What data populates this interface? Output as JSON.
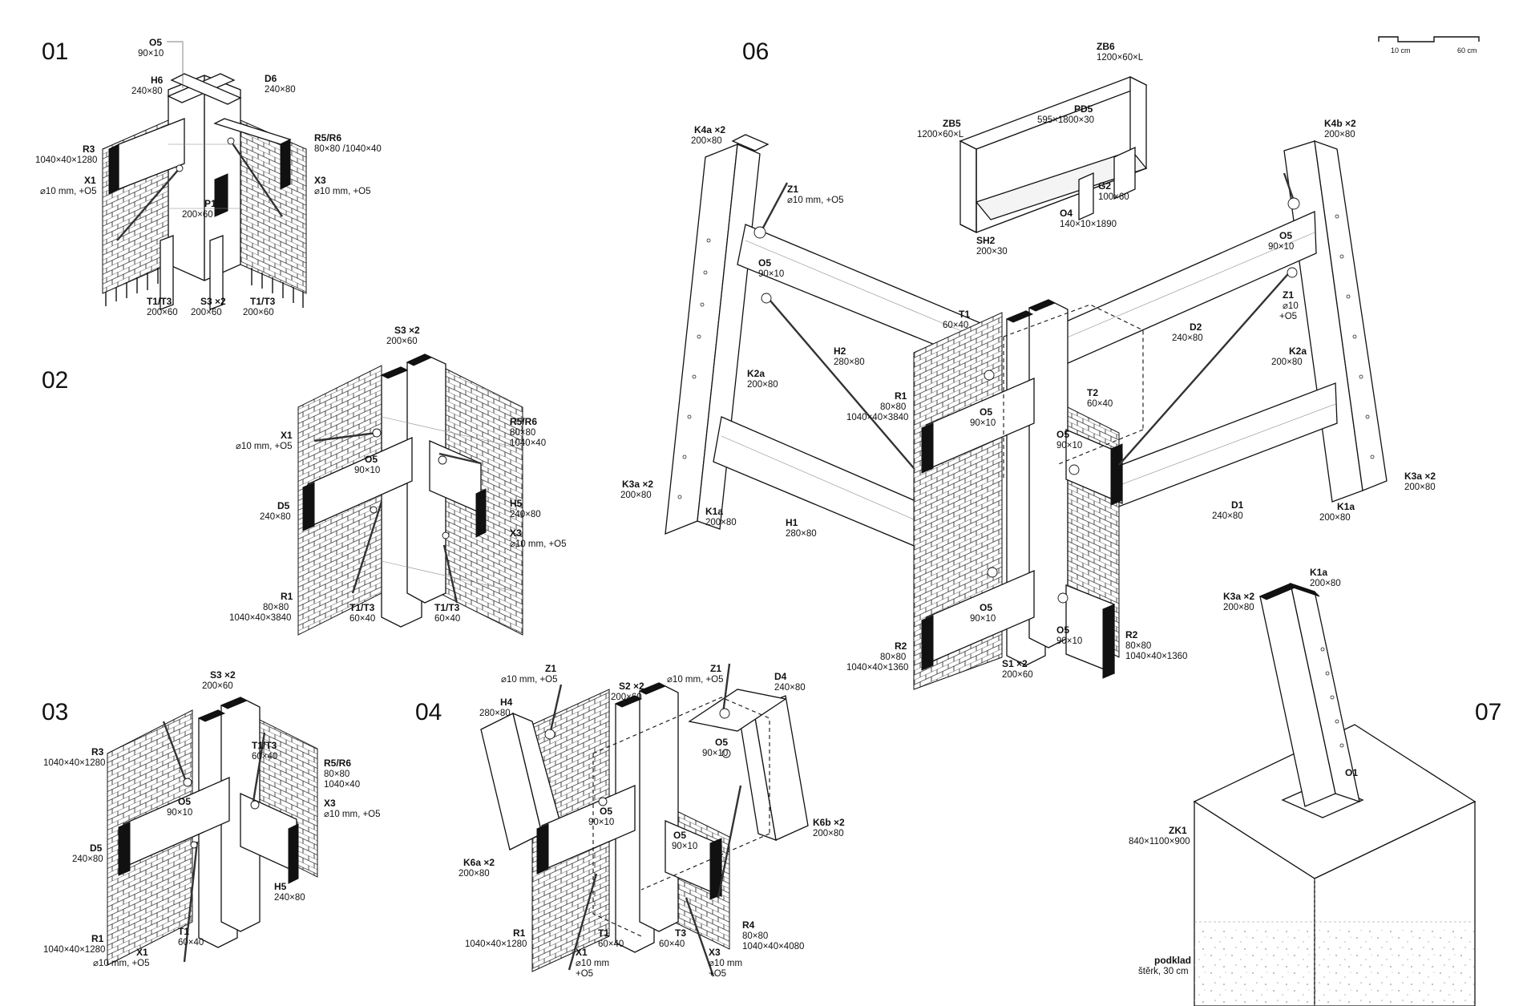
{
  "scale": {
    "left": "10 cm",
    "right": "60 cm"
  },
  "panels": [
    {
      "title": "01",
      "labels": [
        {
          "code": "O5",
          "dim": [
            "90×10"
          ]
        },
        {
          "code": "H6",
          "dim": [
            "240×80"
          ]
        },
        {
          "code": "D6",
          "dim": [
            "240×80"
          ]
        },
        {
          "code": "R3",
          "dim": [
            "1040×40×1280"
          ]
        },
        {
          "code": "R5/R6",
          "dim": [
            "80×80 /1040×40"
          ]
        },
        {
          "code": "X1",
          "dim": [
            "⌀10 mm, +O5"
          ]
        },
        {
          "code": "X3",
          "dim": [
            "⌀10 mm, +O5"
          ]
        },
        {
          "code": "P1",
          "dim": [
            "200×60"
          ]
        },
        {
          "code": "T1/T3",
          "dim": [
            "200×60"
          ]
        },
        {
          "code": "S3 ×2",
          "dim": [
            "200×60"
          ]
        },
        {
          "code": "T1/T3",
          "dim": [
            "200×60"
          ]
        }
      ]
    },
    {
      "title": "02",
      "labels": [
        {
          "code": "S3 ×2",
          "dim": [
            "200×60"
          ]
        },
        {
          "code": "X1",
          "dim": [
            "⌀10 mm, +O5"
          ]
        },
        {
          "code": "R5/R6",
          "dim": [
            "80×80",
            "1040×40"
          ]
        },
        {
          "code": "O5",
          "dim": [
            "90×10"
          ]
        },
        {
          "code": "D5",
          "dim": [
            "240×80"
          ]
        },
        {
          "code": "H5",
          "dim": [
            "240×80"
          ]
        },
        {
          "code": "X3",
          "dim": [
            "⌀10 mm, +O5"
          ]
        },
        {
          "code": "R1",
          "dim": [
            "80×80",
            "1040×40×3840"
          ]
        },
        {
          "code": "T1/T3",
          "dim": [
            "60×40"
          ]
        },
        {
          "code": "T1/T3",
          "dim": [
            "60×40"
          ]
        }
      ]
    },
    {
      "title": "03",
      "labels": [
        {
          "code": "S3 ×2",
          "dim": [
            "200×60"
          ]
        },
        {
          "code": "R3",
          "dim": [
            "1040×40×1280"
          ]
        },
        {
          "code": "T1/T3",
          "dim": [
            "60×40"
          ]
        },
        {
          "code": "R5/R6",
          "dim": [
            "80×80",
            "1040×40"
          ]
        },
        {
          "code": "O5",
          "dim": [
            "90×10"
          ]
        },
        {
          "code": "X3",
          "dim": [
            "⌀10 mm, +O5"
          ]
        },
        {
          "code": "D5",
          "dim": [
            "240×80"
          ]
        },
        {
          "code": "H5",
          "dim": [
            "240×80"
          ]
        },
        {
          "code": "R1",
          "dim": [
            "1040×40×1280"
          ]
        },
        {
          "code": "T1",
          "dim": [
            "60×40"
          ]
        },
        {
          "code": "X1",
          "dim": [
            "⌀10 mm, +O5"
          ]
        }
      ]
    },
    {
      "title": "04",
      "labels": [
        {
          "code": "Z1",
          "dim": [
            "⌀10 mm, +O5"
          ]
        },
        {
          "code": "Z1",
          "dim": [
            "⌀10 mm, +O5"
          ]
        },
        {
          "code": "D4",
          "dim": [
            "240×80"
          ]
        },
        {
          "code": "H4",
          "dim": [
            "280×80"
          ]
        },
        {
          "code": "S2 ×2",
          "dim": [
            "200×60"
          ]
        },
        {
          "code": "O5",
          "dim": [
            "90×10"
          ]
        },
        {
          "code": "O5",
          "dim": [
            "90×10"
          ]
        },
        {
          "code": "O5",
          "dim": [
            "90×10"
          ]
        },
        {
          "code": "K6b ×2",
          "dim": [
            "200×80"
          ]
        },
        {
          "code": "K6a ×2",
          "dim": [
            "200×80"
          ]
        },
        {
          "code": "R1",
          "dim": [
            "1040×40×1280"
          ]
        },
        {
          "code": "T1",
          "dim": [
            "60×40"
          ]
        },
        {
          "code": "T3",
          "dim": [
            "60×40"
          ]
        },
        {
          "code": "R4",
          "dim": [
            "80×80",
            "1040×40×4080"
          ]
        },
        {
          "code": "X1",
          "dim": [
            "⌀10 mm",
            "+O5"
          ]
        },
        {
          "code": "X3",
          "dim": [
            "⌀10 mm",
            "+O5"
          ]
        }
      ]
    },
    {
      "title": "06",
      "labels": [
        {
          "code": "ZB6",
          "dim": [
            "1200×60×L"
          ]
        },
        {
          "code": "PD5",
          "dim": [
            "595×1800×30"
          ]
        },
        {
          "code": "ZB5",
          "dim": [
            "1200×60×L"
          ]
        },
        {
          "code": "G2",
          "dim": [
            "100×60"
          ]
        },
        {
          "code": "O4",
          "dim": [
            "140×10×1890"
          ]
        },
        {
          "code": "SH2",
          "dim": [
            "200×30"
          ]
        },
        {
          "code": "K4a ×2",
          "dim": [
            "200×80"
          ]
        },
        {
          "code": "Z1",
          "dim": [
            "⌀10 mm, +O5"
          ]
        },
        {
          "code": "O5",
          "dim": [
            "90×10"
          ]
        },
        {
          "code": "K4b ×2",
          "dim": [
            "200×80"
          ]
        },
        {
          "code": "O5",
          "dim": [
            "90×10"
          ]
        },
        {
          "code": "Z1",
          "dim": [
            "⌀10",
            "+O5"
          ]
        },
        {
          "code": "T1",
          "dim": [
            "60×40"
          ]
        },
        {
          "code": "H2",
          "dim": [
            "280×80"
          ]
        },
        {
          "code": "D2",
          "dim": [
            "240×80"
          ]
        },
        {
          "code": "K2a",
          "dim": [
            "200×80"
          ]
        },
        {
          "code": "K2a",
          "dim": [
            "200×80"
          ]
        },
        {
          "code": "R1",
          "dim": [
            "80×80",
            "1040×40×3840"
          ]
        },
        {
          "code": "O5",
          "dim": [
            "90×10"
          ]
        },
        {
          "code": "T2",
          "dim": [
            "60×40"
          ]
        },
        {
          "code": "O5",
          "dim": [
            "90×10"
          ]
        },
        {
          "code": "K3a ×2",
          "dim": [
            "200×80"
          ]
        },
        {
          "code": "K1a",
          "dim": [
            "200×80"
          ]
        },
        {
          "code": "H1",
          "dim": [
            "280×80"
          ]
        },
        {
          "code": "D1",
          "dim": [
            "240×80"
          ]
        },
        {
          "code": "K1a",
          "dim": [
            "200×80"
          ]
        },
        {
          "code": "K3a ×2",
          "dim": [
            "200×80"
          ]
        },
        {
          "code": "O5",
          "dim": [
            "90×10"
          ]
        },
        {
          "code": "O5",
          "dim": [
            "90×10"
          ]
        },
        {
          "code": "R2",
          "dim": [
            "80×80",
            "1040×40×1360"
          ]
        },
        {
          "code": "R2",
          "dim": [
            "80×80",
            "1040×40×1360"
          ]
        },
        {
          "code": "S1 ×2",
          "dim": [
            "200×60"
          ]
        }
      ]
    },
    {
      "title": "07",
      "labels": [
        {
          "code": "K1a",
          "dim": [
            "200×80"
          ]
        },
        {
          "code": "K3a ×2",
          "dim": [
            "200×80"
          ]
        },
        {
          "code": "O1",
          "dim": []
        },
        {
          "code": "ZK1",
          "dim": [
            "840×1100×900"
          ]
        },
        {
          "code": "podklad",
          "dim": [
            "štěrk, 30 cm"
          ]
        }
      ]
    }
  ]
}
